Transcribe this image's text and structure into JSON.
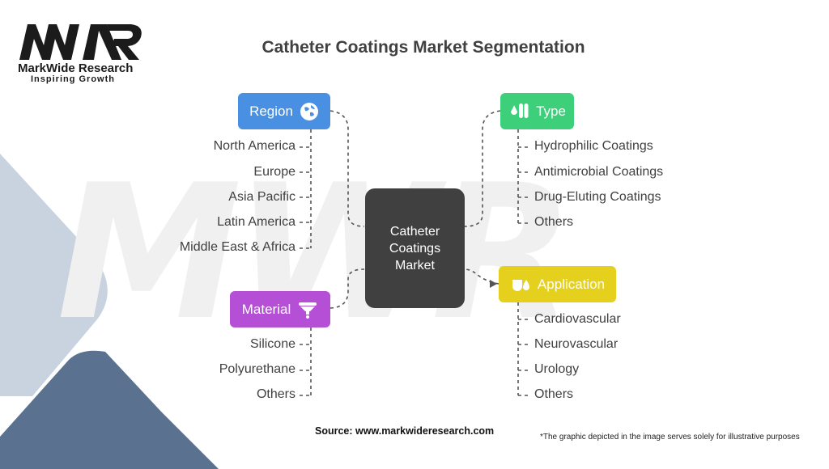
{
  "logo": {
    "mark": "MWR",
    "name": "MarkWide Research",
    "tagline": "Inspiring Growth"
  },
  "title": "Catheter Coatings Market Segmentation",
  "center": {
    "line1": "Catheter",
    "line2": "Coatings",
    "line3": "Market"
  },
  "categories": {
    "region": {
      "label": "Region",
      "color": "#4a90e2",
      "icon": "globe-icon",
      "items": [
        "North America",
        "Europe",
        "Asia Pacific",
        "Latin America",
        "Middle East & Africa"
      ]
    },
    "type": {
      "label": "Type",
      "color": "#3ecf7a",
      "icon": "test-tubes-icon",
      "items": [
        "Hydrophilic Coatings",
        "Antimicrobial Coatings",
        "Drug-Eluting Coatings",
        "Others"
      ]
    },
    "material": {
      "label": "Material",
      "color": "#b44fd6",
      "icon": "filter-funnel-icon",
      "items": [
        "Silicone",
        "Polyurethane",
        "Others"
      ]
    },
    "application": {
      "label": "Application",
      "color": "#e6d01e",
      "icon": "drops-icon",
      "items": [
        "Cardiovascular",
        "Neurovascular",
        "Urology",
        "Others"
      ]
    }
  },
  "source": "Source: www.markwideresearch.com",
  "note": "*The graphic depicted in the image serves solely for illustrative purposes"
}
